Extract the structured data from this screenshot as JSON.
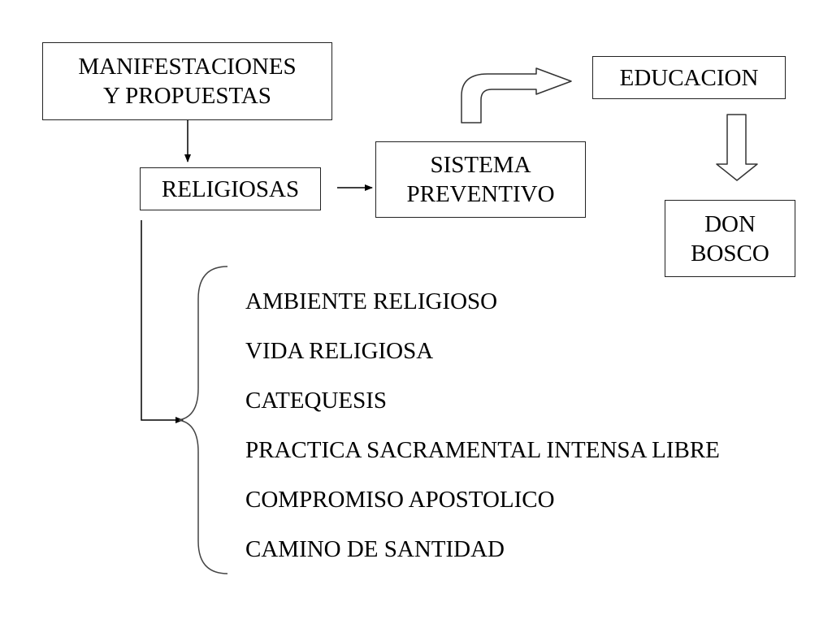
{
  "boxes": {
    "manifestaciones": [
      "MANIFESTACIONES",
      "Y PROPUESTAS"
    ],
    "religiosas": "RELIGIOSAS",
    "sistema": [
      "SISTEMA",
      "PREVENTIVO"
    ],
    "educacion": "EDUCACION",
    "don_bosco": [
      "DON",
      "BOSCO"
    ]
  },
  "items": [
    "AMBIENTE RELIGIOSO",
    "VIDA RELIGIOSA",
    "CATEQUESIS",
    "PRACTICA SACRAMENTAL INTENSA LIBRE",
    "COMPROMISO APOSTOLICO",
    "CAMINO DE SANTIDAD"
  ]
}
